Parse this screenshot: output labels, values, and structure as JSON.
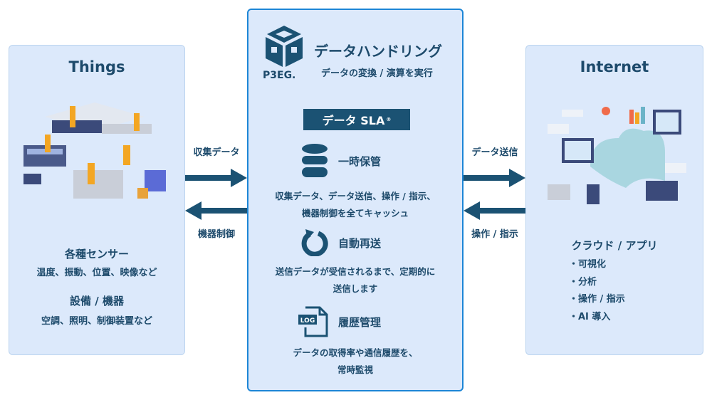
{
  "left": {
    "title": "Things",
    "sensors_heading": "各種センサー",
    "sensors_desc": "温度、振動、位置、映像など",
    "equipment_heading": "設備 / 機器",
    "equipment_desc": "空調、照明、制御装置など"
  },
  "arrows": {
    "collect": "収集データ",
    "control": "機器制御",
    "send": "データ送信",
    "operate": "操作 / 指示"
  },
  "center": {
    "logo_text": "P3EG.",
    "title": "データハンドリング",
    "subtitle": "データの変換 / 演算を実行",
    "sla": "データ SLA",
    "sla_mark": "®",
    "features": [
      {
        "label": "一時保管",
        "desc1": "収集データ、データ送信、操作 / 指示、",
        "desc2": "機器制御を全てキャッシュ"
      },
      {
        "label": "自動再送",
        "desc1": "送信データが受信されるまで、定期的に",
        "desc2": "送信します"
      },
      {
        "label": "履歴管理",
        "desc1": "データの取得率や通信履歴を、",
        "desc2": "常時監視",
        "icon_text": "LOG"
      }
    ]
  },
  "right": {
    "title": "Internet",
    "heading": "クラウド / アプリ",
    "items": [
      "・可視化",
      "・分析",
      "・操作 / 指示",
      "・AI 導入"
    ]
  },
  "colors": {
    "panel": "#dce9fb",
    "dark": "#1b5273",
    "border": "#1d86d6"
  }
}
